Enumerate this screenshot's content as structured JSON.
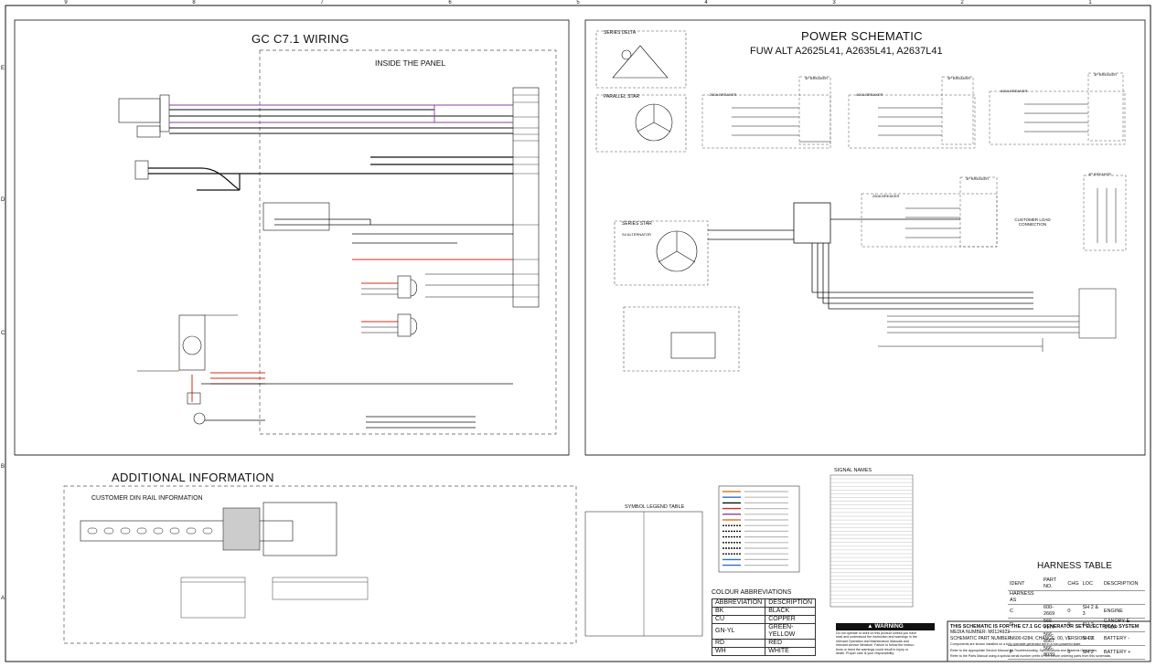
{
  "frame": {
    "col_top": [
      "9",
      "8",
      "7",
      "6",
      "5",
      "4",
      "3",
      "2",
      "1"
    ],
    "row_left": [
      "E",
      "D",
      "C",
      "B",
      "A"
    ]
  },
  "panels": {
    "wiring_title": "GC C7.1 WIRING",
    "inside_panel": "INSIDE THE PANEL",
    "power_title": "POWER SCHEMATIC",
    "power_subtitle": "FUW ALT A2625L41, A2635L41, A2637L41",
    "additional_info": "ADDITIONAL INFORMATION",
    "din_rail": "CUSTOMER DIN RAIL INFORMATION",
    "symbol_legend": "SYMBOL LEGEND TABLE",
    "signal_names": "SIGNAL NAMES",
    "harness_table": "HARNESS TABLE"
  },
  "power": {
    "series_delta": "SERIES DELTA",
    "parallel_star": "PARALLEL STAR",
    "series_star": "SERIES STAR",
    "breakers": [
      "3P BREAKER",
      "3P BREAKER",
      "3P BREAKER",
      "3P BREAKER",
      "4P BREAKER"
    ],
    "rated_breakers": [
      "250A BREAKER",
      "400A BREAKER",
      "600A BREAKER",
      "250A BREAKER"
    ],
    "customer_load": "CUSTOMER LOAD CONNECTION",
    "alternator": "S4 ALTERNATOR"
  },
  "colour_abbreviations": {
    "title": "COLOUR ABBREVIATIONS",
    "header": [
      "ABBREVIATION",
      "DESCRIPTION"
    ],
    "rows": [
      [
        "BK",
        "BLACK"
      ],
      [
        "CU",
        "COPPER"
      ],
      [
        "GN-YL",
        "GREEN-YELLOW"
      ],
      [
        "RD",
        "RED"
      ],
      [
        "WH",
        "WHITE"
      ]
    ]
  },
  "harness": {
    "header": [
      "IDENT",
      "PART NO.",
      "CHG",
      "LOC",
      "DESCRIPTION"
    ],
    "subheader": "HARNESS AS",
    "rows": [
      [
        "C",
        "600-2669",
        "0",
        "SH 2 & 3",
        "ENGINE"
      ],
      [
        "D",
        "566-7177",
        "0",
        "SH 2",
        "CANOPY E-STOP"
      ],
      [
        "N",
        "566-8567",
        "1",
        "SH 2",
        "BATTERY -"
      ],
      [
        "P",
        "566-8039",
        "0",
        "SH 2",
        "BATTERY +"
      ]
    ]
  },
  "warning": {
    "title": "WARNING",
    "lines": [
      "Do not operate or work on this product unless you have",
      "read and understood the instruction and warnings in the",
      "relevant Operation and Maintenance Manuals and",
      "relevant service literature. Failure to follow the instruc-",
      "tions or heed the warnings could result in injury or",
      "death. Proper care is your responsibility."
    ]
  },
  "info_box": {
    "line1": "THIS SCHEMATIC IS FOR THE C7.1 GC GENERATOR SET ELECTRICAL SYSTEM",
    "line2": "MEDIA NUMBER: M0124923",
    "line3": "SCHEMATIC PART NUMBER: 600-6284, CHANGE: 00, VERSION: DK",
    "line4": "Components are shown installed on a fully operable generator set in a non-powered state.",
    "line5": "Refer to the appropriate Service Manual for Troubleshooting, Specifications and Systems Operations.",
    "line6": "Refer to the Parts Manual using a special serial number prefix in SIS before ordering parts from this schematic."
  },
  "colors": {
    "line": "#111111",
    "red_wire": "#d62c1a",
    "purple_wire": "#8a3fa0",
    "orange_wire": "#e07a1f",
    "blue_wire": "#2a6fd6",
    "dashed_border": "#555555"
  },
  "legend_wires": [
    "#e07a1f",
    "#2a6fd6",
    "#111111",
    "#d62c1a",
    "#8a3fa0",
    "#e07a1f",
    "#111111",
    "#111111",
    "#111111",
    "#111111",
    "#111111",
    "#111111",
    "#2a6fd6",
    "#2a6fd6"
  ]
}
